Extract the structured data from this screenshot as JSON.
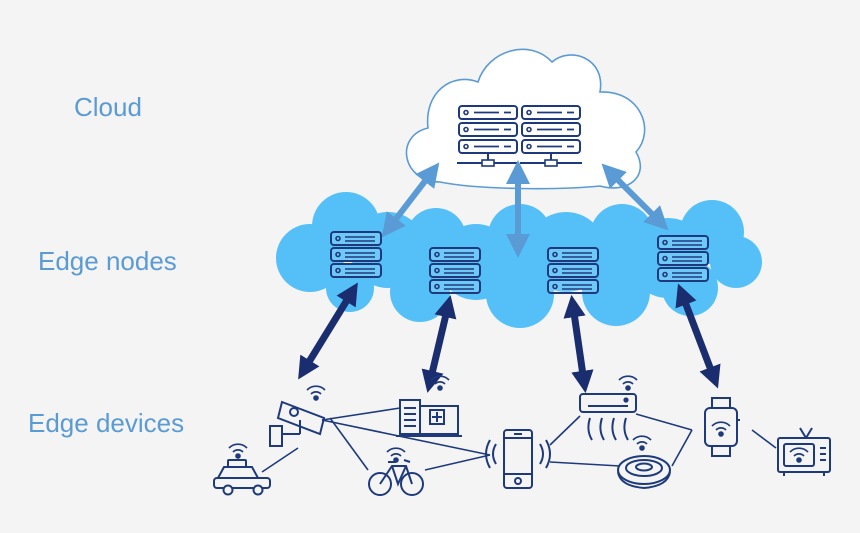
{
  "tiers": {
    "cloud": "Cloud",
    "edge_nodes": "Edge nodes",
    "edge_devices": "Edge devices"
  },
  "colors": {
    "background": "#f4f4f4",
    "label": "#5b9bd5",
    "cloud_outline": "#5b9bd5",
    "edge_cloud_fill": "#55c0f8",
    "icon_stroke": "#1e3a7c",
    "arrow_light": "#5b9bd5",
    "arrow_dark": "#1a2d6e"
  },
  "nodes": {
    "cloud_servers": 2,
    "edge_servers": 4,
    "devices": [
      "taxi-icon",
      "cctv-camera-icon",
      "hospital-building-icon",
      "bicycle-icon",
      "smartphone-icon",
      "air-conditioner-icon",
      "robot-vacuum-icon",
      "smartwatch-icon",
      "smart-tv-icon"
    ]
  }
}
